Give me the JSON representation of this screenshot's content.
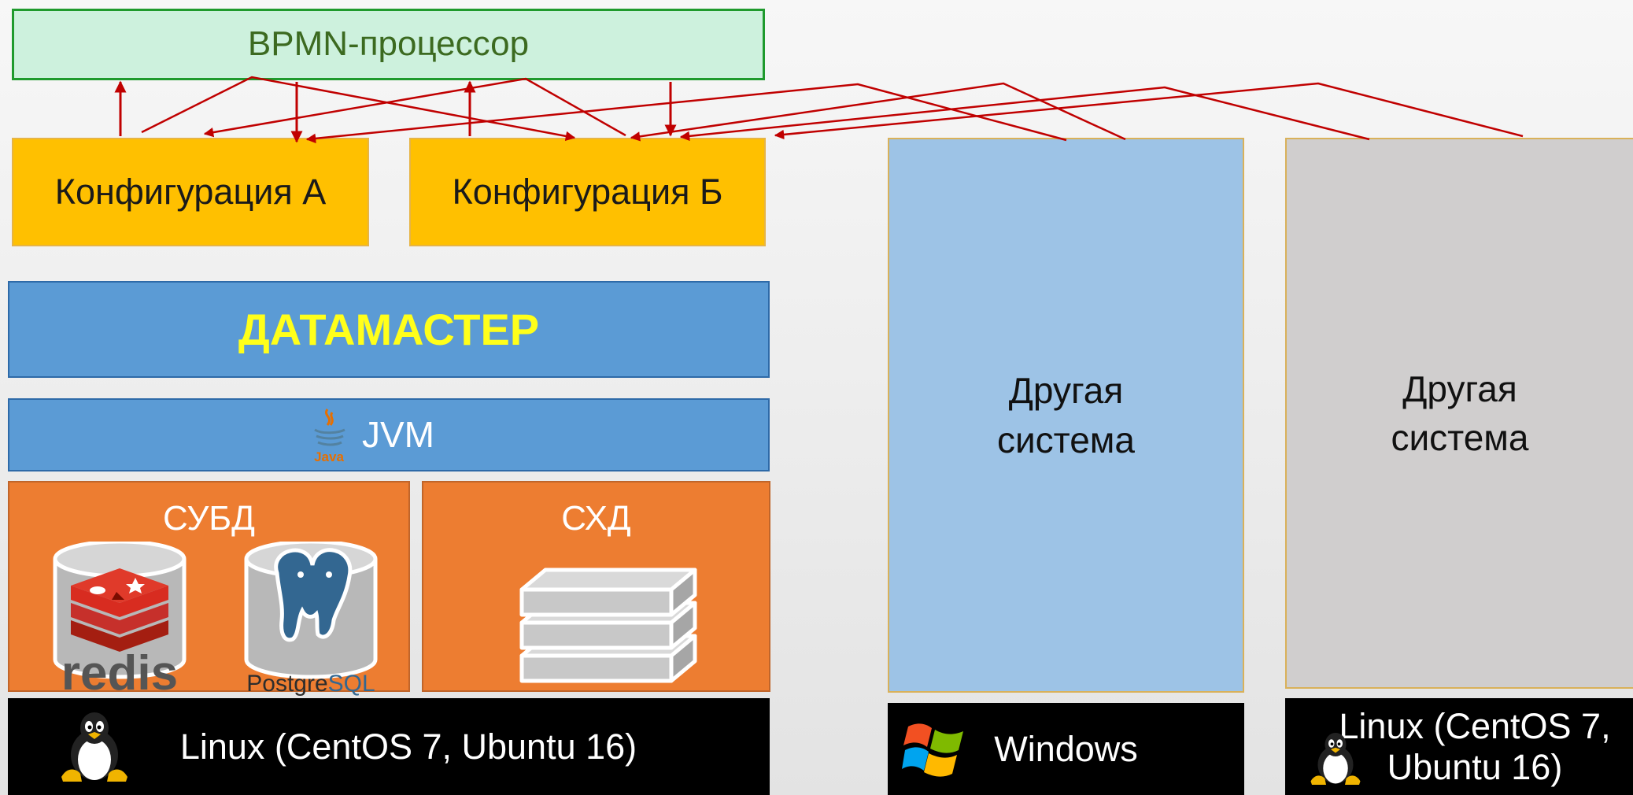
{
  "bpmn": {
    "label": "BPMN-процессор"
  },
  "configs": {
    "a": "Конфигурация А",
    "b": "Конфигурация Б"
  },
  "datamaster": "ДАТАМАСТЕР",
  "jvm": {
    "label": "JVM",
    "java_logo_text": "Java"
  },
  "dbms": {
    "label": "СУБД",
    "redis_text": "redis",
    "postgres_text_a": "Postgre",
    "postgres_text_b": "SQL"
  },
  "storage": {
    "label": "СХД"
  },
  "other_systems": {
    "line1": "Другая",
    "line2": "система"
  },
  "os": {
    "linux_left": "Linux (CentOS 7, Ubuntu 16)",
    "windows": "Windows",
    "linux_right_line1": "Linux (CentOS 7,",
    "linux_right_line2": "Ubuntu 16)"
  },
  "colors": {
    "bpmn_fill": "#cdf1dd",
    "bpmn_border": "#1f9a2d",
    "config_fill": "#ffc000",
    "datamaster_fill": "#5b9bd5",
    "datamaster_text": "#ffff1a",
    "dbms_fill": "#ed7d31",
    "other_a_fill": "#9dc3e6",
    "other_b_fill": "#d0cece",
    "arrow": "#c00000"
  },
  "icons": [
    "java-icon",
    "redis-icon",
    "postgresql-icon",
    "storage-stack-icon",
    "linux-tux-icon",
    "windows-icon"
  ]
}
